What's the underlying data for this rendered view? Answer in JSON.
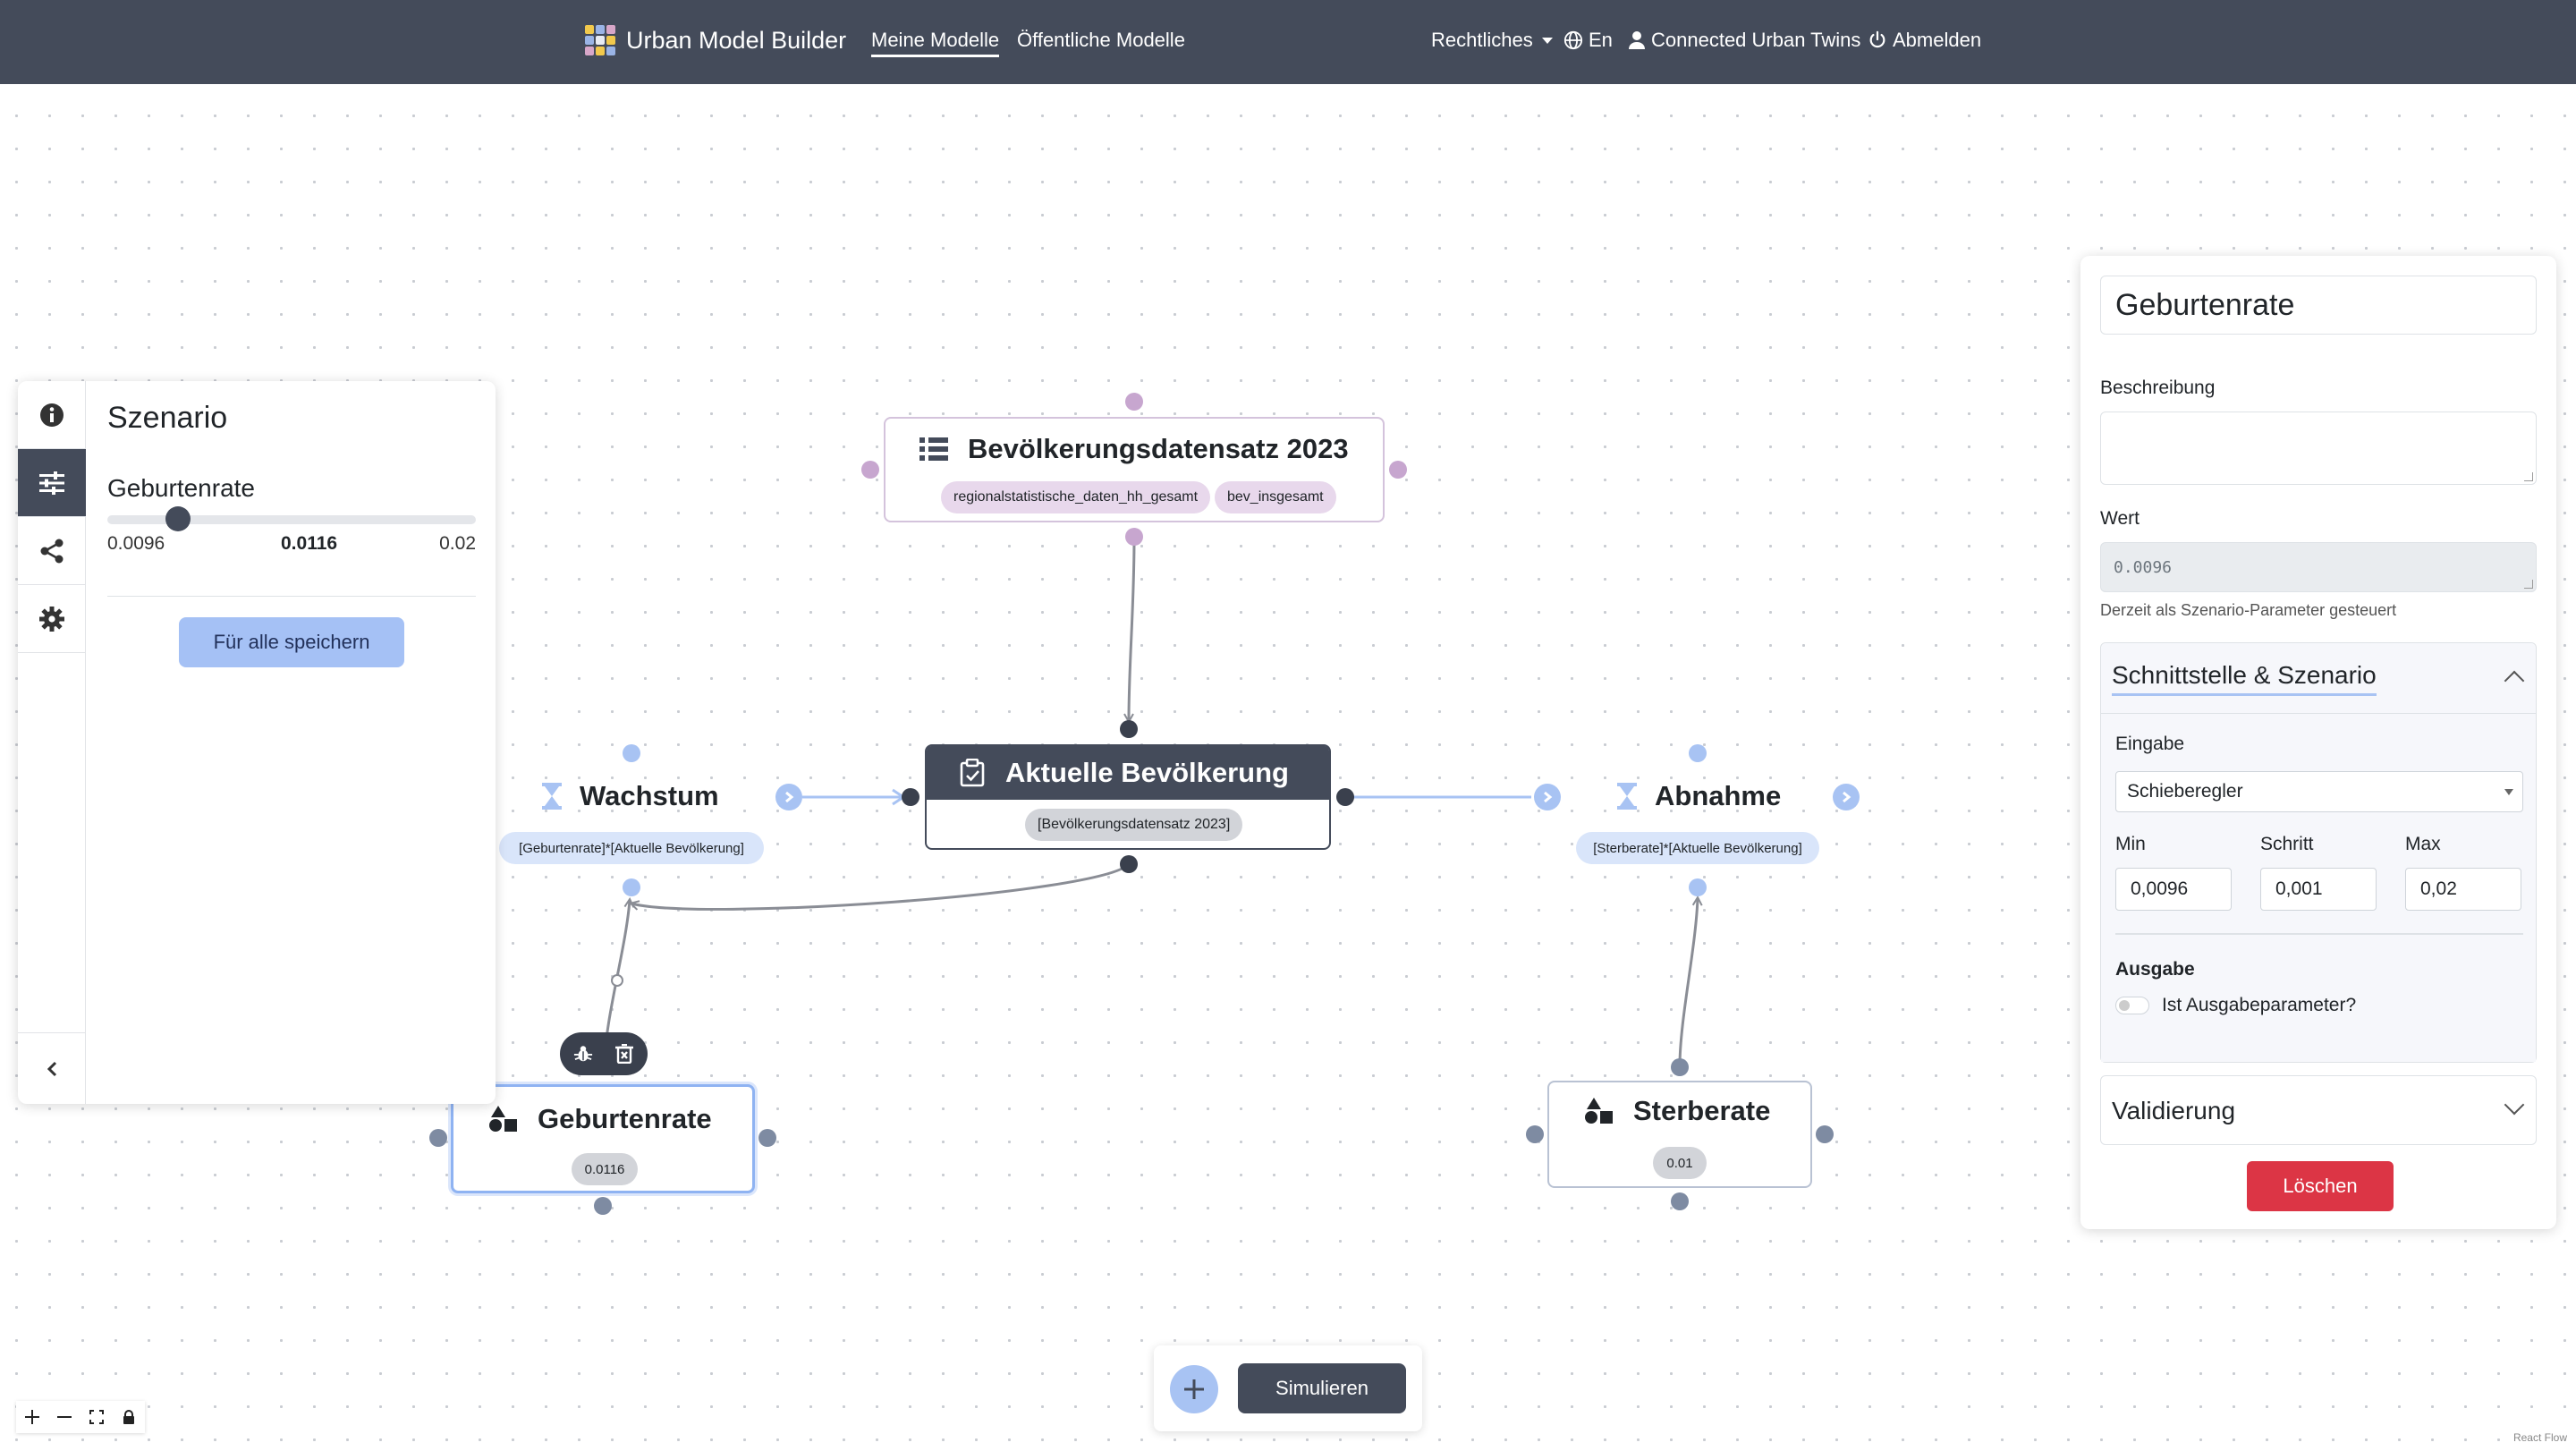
{
  "navbar": {
    "brand": "Urban Model Builder",
    "links": [
      {
        "label": "Meine Modelle",
        "active": true
      },
      {
        "label": "Öffentliche Modelle",
        "active": false
      }
    ],
    "right": {
      "legal": "Rechtliches",
      "language": "En",
      "user": "Connected Urban Twins",
      "logout": "Abmelden"
    }
  },
  "scenario_panel": {
    "title": "Szenario",
    "parameter": {
      "name": "Geburtenrate",
      "min_label": "0.0096",
      "current_label": "0.0116",
      "max_label": "0.02",
      "min": 0.0096,
      "max": 0.02,
      "value": 0.0116
    },
    "save_button": "Für alle speichern",
    "rail_icons": [
      "info-icon",
      "sliders-icon",
      "share-icon",
      "gear-icon",
      "chevron-left-icon"
    ]
  },
  "property_panel": {
    "name": "Geburtenrate",
    "description_label": "Beschreibung",
    "description_value": "",
    "value_label": "Wert",
    "value": "0.0096",
    "value_hint": "Derzeit als Szenario-Parameter gesteuert",
    "interface_section": {
      "title": "Schnittstelle & Szenario",
      "input_label": "Eingabe",
      "input_type": "Schieberegler",
      "min_label": "Min",
      "min_value": "0,0096",
      "step_label": "Schritt",
      "step_value": "0,001",
      "max_label": "Max",
      "max_value": "0,02",
      "output_label": "Ausgabe",
      "output_toggle_label": "Ist Ausgabeparameter?",
      "output_toggle_on": false
    },
    "validation_section": {
      "title": "Validierung"
    },
    "delete_button": "Löschen"
  },
  "canvas": {
    "nodes": {
      "dataset": {
        "title": "Bevölkerungsdatensatz 2023",
        "chips": [
          "regionalstatistische_daten_hh_gesamt",
          "bev_insgesamt"
        ]
      },
      "stock": {
        "title": "Aktuelle Bevölkerung",
        "chip": "[Bevölkerungsdatensatz 2023]"
      },
      "inflow": {
        "title": "Wachstum",
        "formula": "[Geburtenrate]*[Aktuelle Bevölkerung]"
      },
      "outflow": {
        "title": "Abnahme",
        "formula": "[Sterberate]*[Aktuelle Bevölkerung]"
      },
      "birth_rate": {
        "title": "Geburtenrate",
        "value": "0.0116"
      },
      "death_rate": {
        "title": "Sterberate",
        "value": "0.01"
      }
    },
    "node_toolbar_icons": [
      "bug-icon",
      "delete-icon"
    ]
  },
  "bottom_bar": {
    "simulate_button": "Simulieren"
  },
  "controls": [
    "zoom-in-icon",
    "zoom-out-icon",
    "fit-view-icon",
    "lock-icon"
  ],
  "attribution": "React Flow",
  "colors": {
    "navbar": "#444b5a",
    "accent_blue": "#a8c3f3",
    "dataset_purple": "#c7a6cf",
    "delete_red": "#dc3545"
  }
}
